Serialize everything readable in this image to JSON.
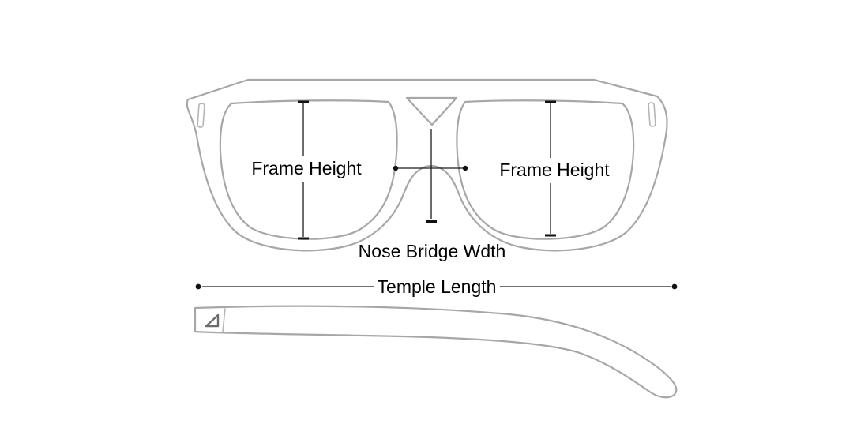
{
  "diagram": {
    "title": "sunglasses-measurement-guide",
    "labels": {
      "frame_height_left": "Frame Height",
      "frame_height_right": "Frame Height",
      "nose_bridge_width": "Nose Bridge Wdth",
      "temple_length": "Temple Length"
    },
    "colors": {
      "background": "#ffffff",
      "sketch_stroke": "#a7a7a7",
      "measurement_stroke": "#1c1c1c",
      "label_text": "#000000"
    }
  }
}
